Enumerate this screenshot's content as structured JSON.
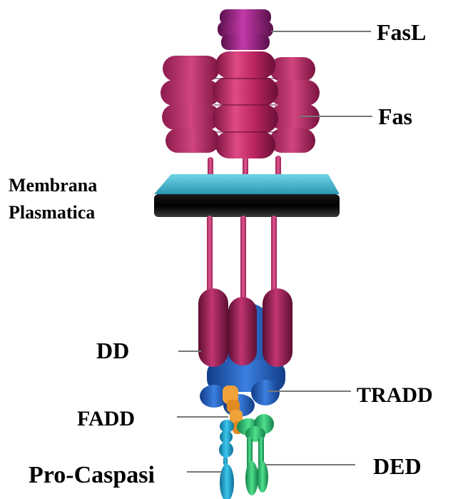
{
  "labels": {
    "fasl": "FasL",
    "fas": "Fas",
    "membrane_line1": "Membrana",
    "membrane_line2": "Plasmatica",
    "dd": "DD",
    "tradd": "TRADD",
    "fadd": "FADD",
    "procaspasi": "Pro-Caspasi",
    "ded": "DED"
  },
  "colors": {
    "fasl": "#8e1f78",
    "fas": "#b8245f",
    "membrane_top": "#4cc3d6",
    "membrane_bottom": "#0a0a0a",
    "dd": "#8c1a4c",
    "tradd": "#1f5fbd",
    "fadd": "#f2a23a",
    "procaspasi": "#1ea8d6",
    "ded": "#2bbf6a",
    "leader": "#777777"
  }
}
